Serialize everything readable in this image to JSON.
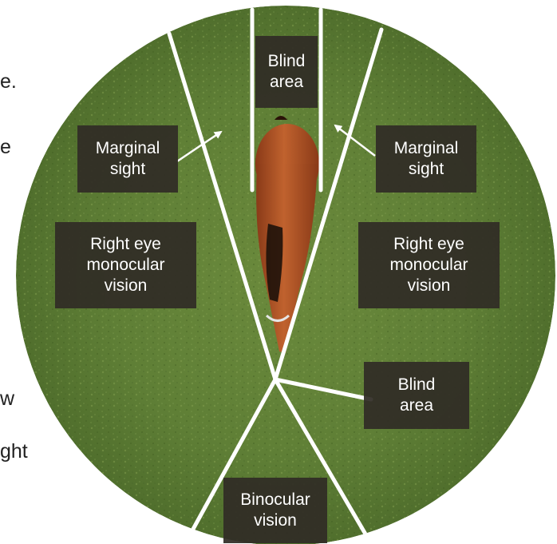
{
  "page": {
    "background": "#ffffff",
    "cropped_text_fragments": [
      "e.",
      "e",
      "w",
      "ght"
    ]
  },
  "diagram": {
    "subject": "horse-top-view",
    "field_color": "#5f7f36",
    "divider_color": "#ffffff",
    "label_background": "#302c26",
    "label_text_color": "#ffffff",
    "labels": {
      "blind_area_top": [
        "Blind",
        "area"
      ],
      "marginal_sight_left": [
        "Marginal",
        "sight"
      ],
      "marginal_sight_right": [
        "Marginal",
        "sight"
      ],
      "monocular_left": [
        "Right eye",
        "monocular",
        "vision"
      ],
      "monocular_right": [
        "Right eye",
        "monocular",
        "vision"
      ],
      "blind_area_bottom": [
        "Blind",
        "area"
      ],
      "binocular": [
        "Binocular",
        "vision"
      ]
    }
  }
}
